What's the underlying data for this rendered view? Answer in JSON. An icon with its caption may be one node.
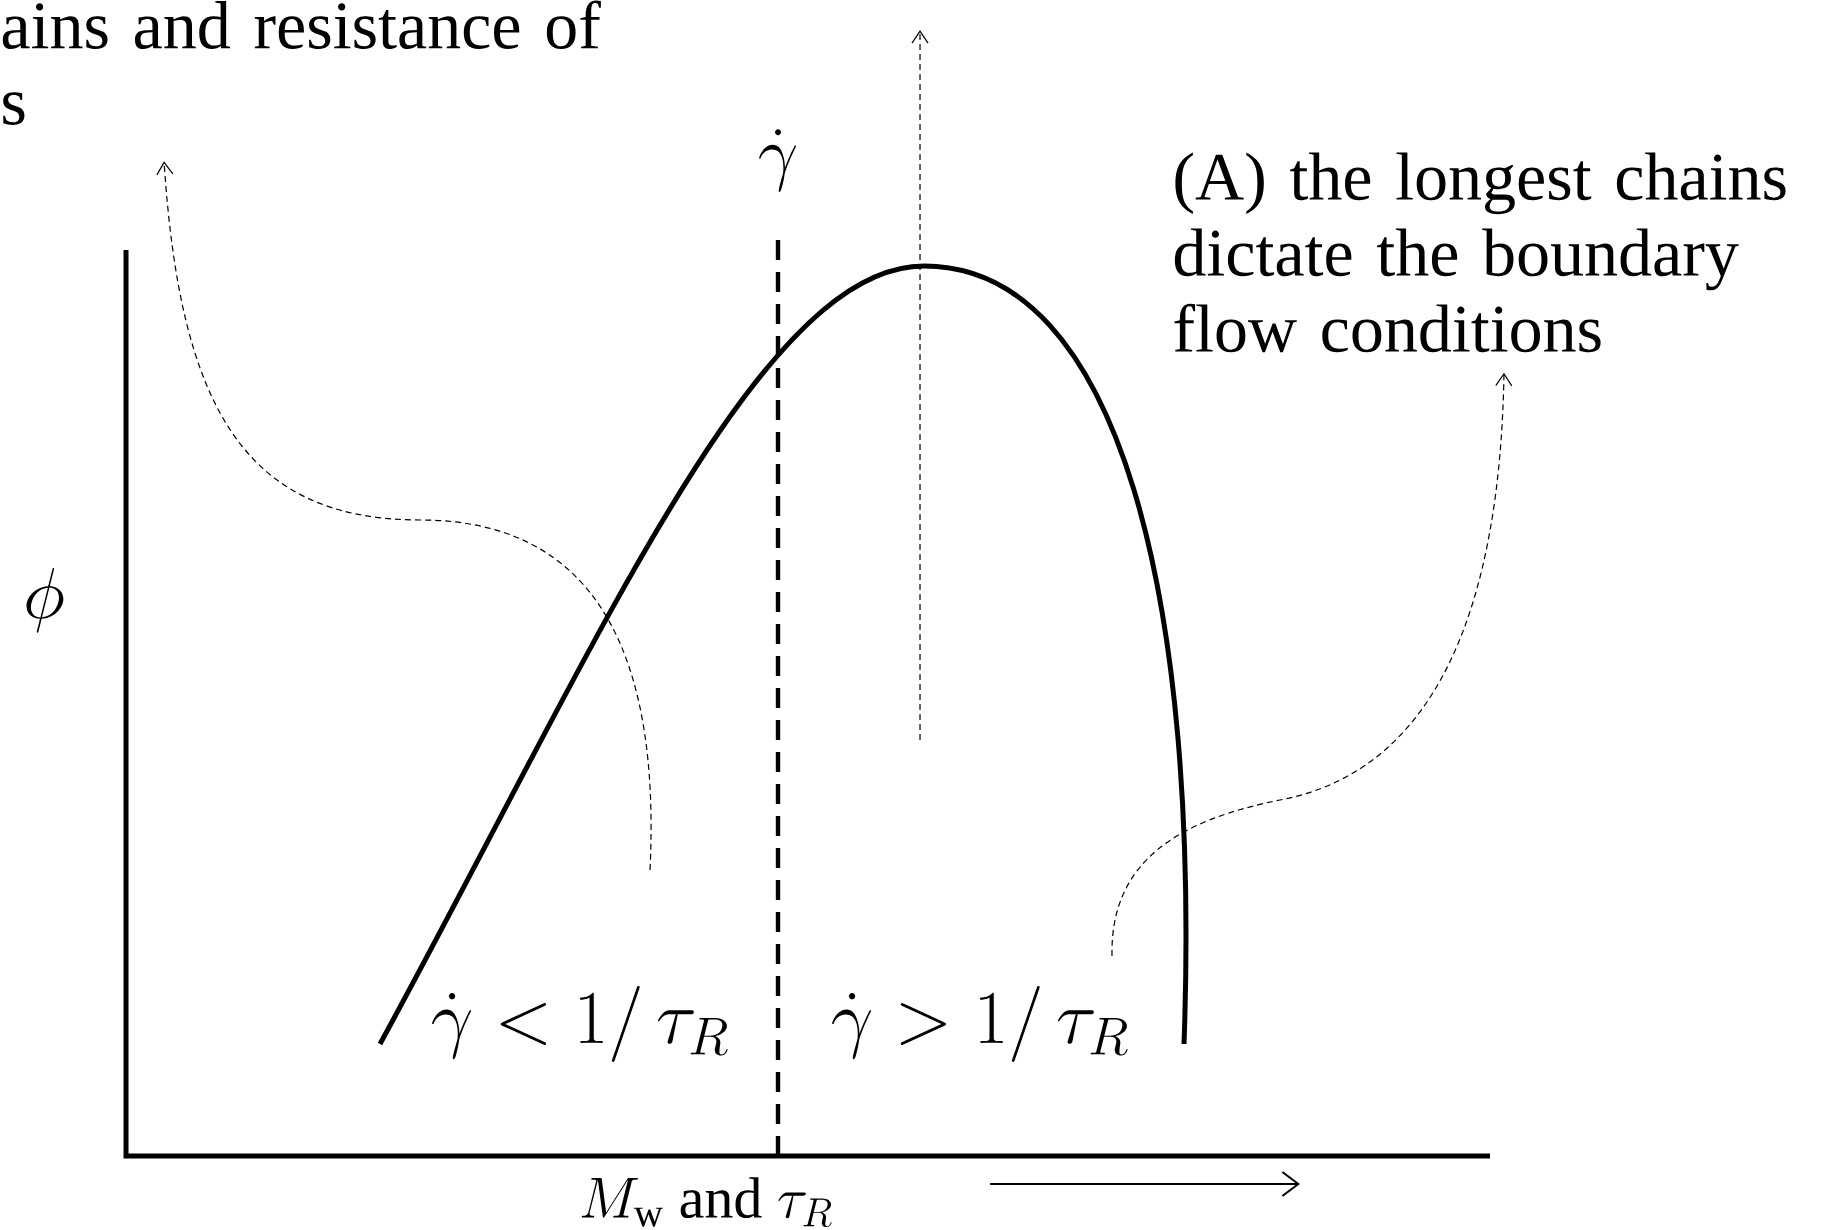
{
  "diagram": {
    "nodes": [
      {
        "text": [
          "ains and resistance of s"
        ]
      },
      {
        "text": [
          "(A) the longest chains dictate the boundary flow conditions"
        ]
      }
    ],
    "edges": [
      {
        "from": null,
        "to": 0,
        "arrow": "to",
        "style": "dashed"
      },
      {
        "from": null,
        "to": 1,
        "arrow": "to",
        "style": "dashed"
      }
    ],
    "labels": [
      "\\dot{\\gamma}",
      "\\phi",
      "\\dot{\\gamma} < 1/\\,\\tau_R",
      "\\dot{\\gamma} > 1/\\,\\tau_R",
      "M_{\\mathrm{w}}\\mbox{ and }\\tau_R"
    ]
  }
}
